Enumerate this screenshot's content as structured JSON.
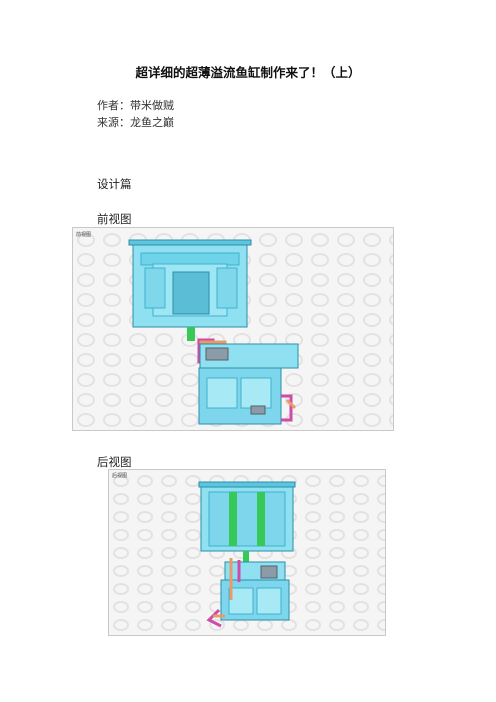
{
  "article": {
    "title": "超详细的超薄溢流鱼缸制作来了！（上）",
    "author_line": "作者：带米做贼",
    "source_line": "来源：龙鱼之巅",
    "section_design": "设计篇",
    "section_front": "前视图",
    "section_back": "后视图"
  },
  "figures": {
    "front_view_caption": "前视图",
    "back_view_caption": "后视图"
  },
  "colors": {
    "tank": "#6fd3ea",
    "tank_dark": "#3fb2cf",
    "pipe_green": "#37c957",
    "pipe_pink": "#d04aa8",
    "pipe_orange": "#e89a6a"
  }
}
